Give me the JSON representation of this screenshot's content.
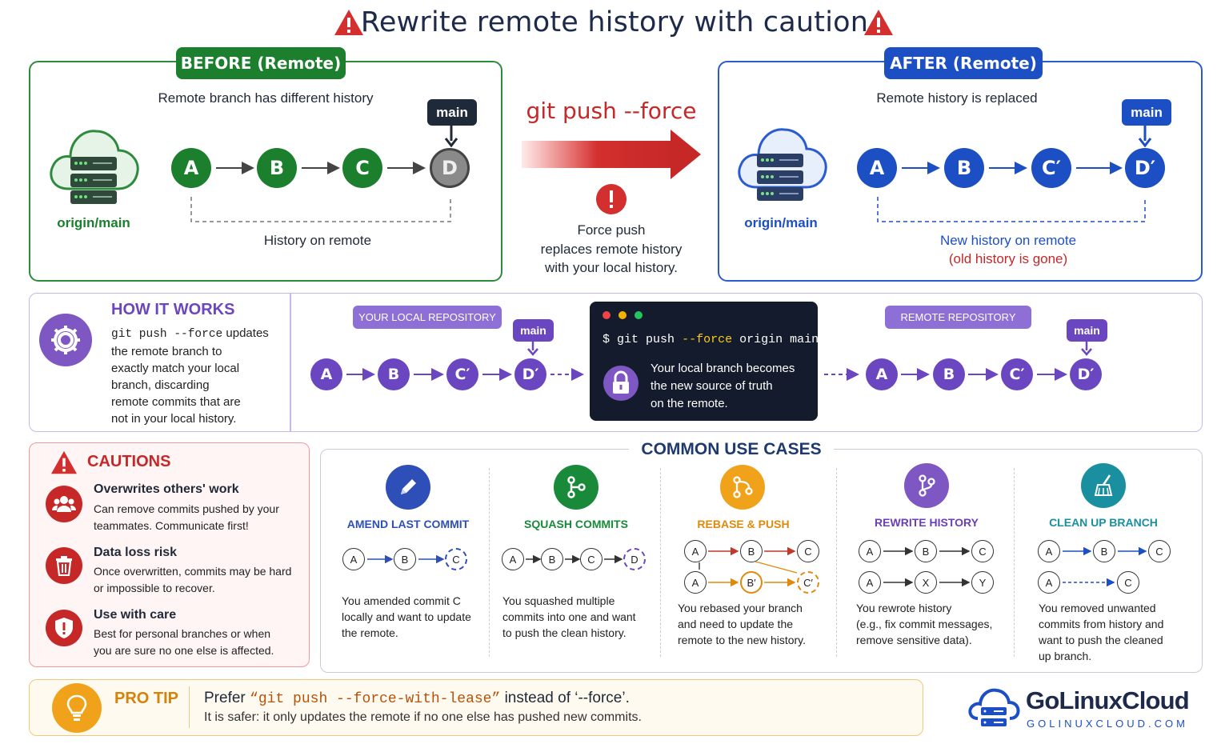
{
  "title": "Rewrite remote history with caution",
  "before": {
    "label": "BEFORE (Remote)",
    "subtitle": "Remote branch has different history",
    "server_label": "origin/main",
    "branch_tag": "main",
    "commits": [
      "A",
      "B",
      "C",
      "D"
    ],
    "history_label": "History on remote"
  },
  "middle": {
    "command": "git push --force",
    "desc_line1": "Force push",
    "desc_line2": "replaces remote history",
    "desc_line3": "with your local history."
  },
  "after": {
    "label": "AFTER (Remote)",
    "subtitle": "Remote history is replaced",
    "server_label": "origin/main",
    "branch_tag": "main",
    "commits": [
      "A",
      "B",
      "C′",
      "D′"
    ],
    "history_line1": "New history on remote",
    "history_line2": "(old history is gone)"
  },
  "how": {
    "heading": "HOW IT WORKS",
    "cmd": "git push --force",
    "desc_rest1": " updates",
    "desc_lines": [
      "the remote branch to",
      "exactly match your local",
      "branch, discarding",
      "remote commits that are",
      "not in your local history."
    ],
    "local_label": "YOUR LOCAL REPOSITORY",
    "remote_label": "REMOTE REPOSITORY",
    "branch_tag": "main",
    "local_commits": [
      "A",
      "B",
      "C′",
      "D′"
    ],
    "remote_commits": [
      "A",
      "B",
      "C′",
      "D′"
    ],
    "terminal_prompt": "$",
    "terminal_cmd1": "git push",
    "terminal_flag": "--force",
    "terminal_cmd2": "origin main",
    "terminal_lines": [
      "Your local branch becomes",
      "the new source of truth",
      "on the remote."
    ]
  },
  "cautions": {
    "heading": "CAUTIONS",
    "items": [
      {
        "title": "Overwrites others' work",
        "line1": "Can remove commits pushed by your",
        "line2": "teammates. Communicate first!",
        "icon": "users-icon"
      },
      {
        "title": "Data loss risk",
        "line1": "Once overwritten, commits may be hard",
        "line2": "or impossible to recover.",
        "icon": "trash-icon"
      },
      {
        "title": "Use with care",
        "line1": "Best for personal branches or when",
        "line2": "you are sure no one else is affected.",
        "icon": "shield-icon"
      }
    ]
  },
  "use_cases": {
    "heading": "COMMON USE CASES",
    "items": [
      {
        "title": "AMEND LAST COMMIT",
        "color": "#2d4fb7",
        "nodes": [
          "A",
          "B",
          "C"
        ],
        "desc": [
          "You amended commit C",
          "locally and want to update",
          "the remote."
        ]
      },
      {
        "title": "SQUASH COMMITS",
        "color": "#188a3a",
        "nodes": [
          "A",
          "B",
          "C",
          "D"
        ],
        "desc": [
          "You squashed multiple",
          "commits into one and want",
          "to push the clean history."
        ]
      },
      {
        "title": "REBASE & PUSH",
        "color": "#e08a0b",
        "nodes_top": [
          "A",
          "B",
          "C"
        ],
        "nodes_bottom": [
          "A",
          "B′",
          "C′"
        ],
        "desc": [
          "You rebased your branch",
          "and need to update the",
          "remote to the new history."
        ]
      },
      {
        "title": "REWRITE HISTORY",
        "color": "#6a3fb5",
        "nodes_top": [
          "A",
          "B",
          "C"
        ],
        "nodes_bottom": [
          "A",
          "X",
          "Y"
        ],
        "desc": [
          "You rewrote history",
          "(e.g., fix commit messages,",
          "remove sensitive data)."
        ]
      },
      {
        "title": "CLEAN UP BRANCH",
        "color": "#1a8fa0",
        "nodes_top": [
          "A",
          "B",
          "C"
        ],
        "nodes_bottom": [
          "A",
          "C"
        ],
        "desc": [
          "You removed unwanted",
          "commits from history and",
          "want to push the cleaned",
          "up branch."
        ]
      }
    ]
  },
  "tip": {
    "label": "PRO TIP",
    "line1_pre": "Prefer ",
    "line1_code": "“git push --force-with-lease”",
    "line1_post": " instead of ‘--force’.",
    "line2": "It is safer: it only updates the remote if no one else has pushed new commits."
  },
  "brand": {
    "name": "GoLinuxCloud",
    "url": "GOLINUXCLOUD.COM"
  },
  "colors": {
    "green": "#1b7f2e",
    "blue": "#1d4fc4",
    "purple": "#6b46c1",
    "red": "#c62828",
    "orange": "#f0a21b"
  }
}
